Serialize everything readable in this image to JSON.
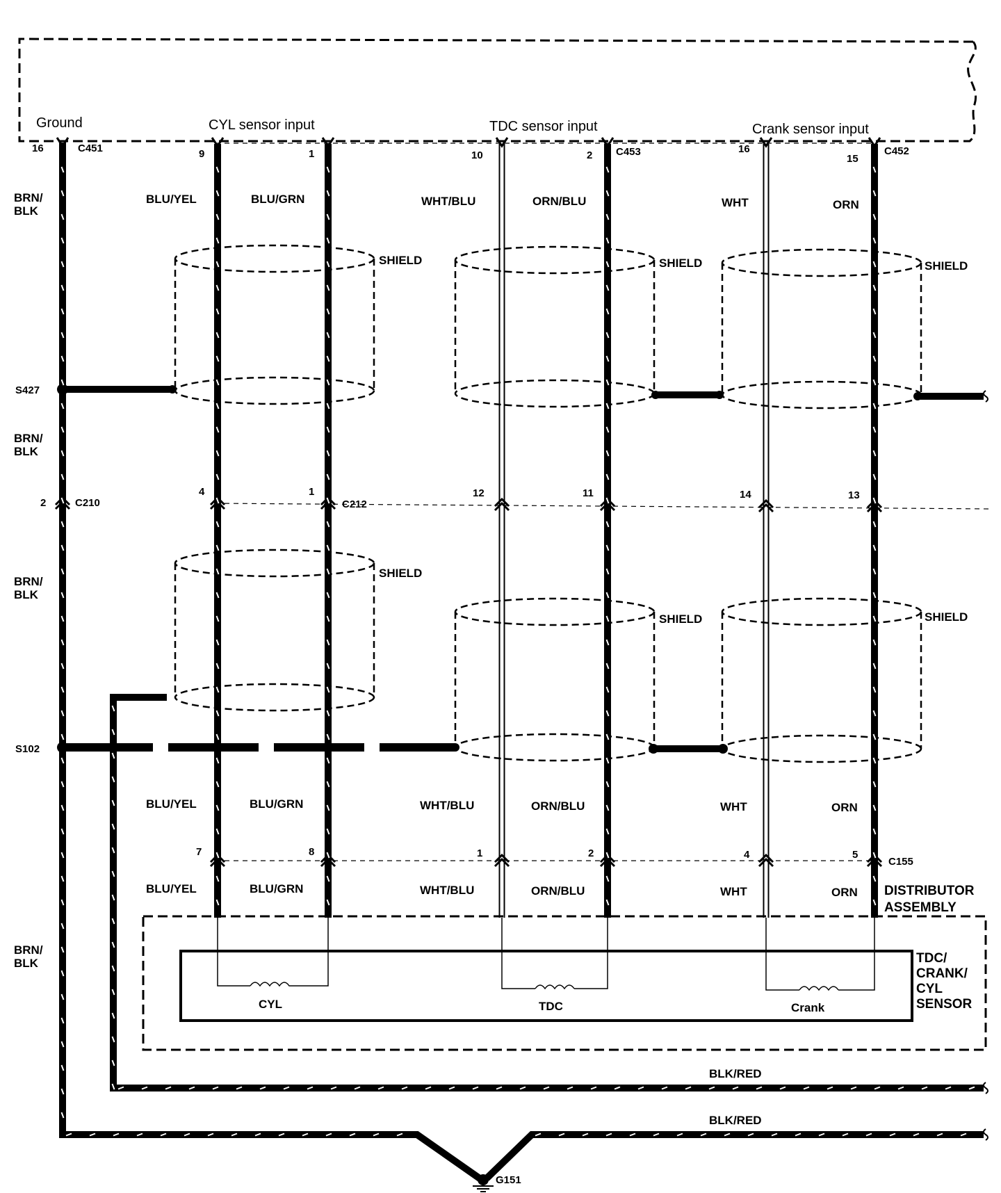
{
  "ecm_box": {
    "inputs": {
      "ground": "Ground",
      "cyl": "CYL sensor input",
      "tdc": "TDC sensor input",
      "crank": "Crank sensor input"
    }
  },
  "connectors": {
    "c451": "C451",
    "c453": "C453",
    "c452": "C452",
    "c210": "C210",
    "c212": "C212",
    "c155": "C155"
  },
  "splices": {
    "s427": "S427",
    "s102": "S102"
  },
  "ground_point": "G151",
  "pins": {
    "top": [
      "16",
      "9",
      "1",
      "10",
      "2",
      "16",
      "15"
    ],
    "mid": [
      "2",
      "4",
      "1",
      "12",
      "11",
      "14",
      "13"
    ],
    "bottom": [
      "7",
      "8",
      "1",
      "2",
      "4",
      "5"
    ]
  },
  "wire_colors": {
    "brn_blk": "BRN/\nBLK",
    "blu_yel": "BLU/YEL",
    "blu_grn": "BLU/GRN",
    "wht_blu": "WHT/BLU",
    "orn_blu": "ORN/BLU",
    "wht": "WHT",
    "orn": "ORN",
    "blk_red": "BLK/RED"
  },
  "shield_label": "SHIELD",
  "distributor": {
    "line1": "DISTRIBUTOR",
    "line2": "ASSEMBLY"
  },
  "sensor_box": {
    "title_lines": [
      "TDC/",
      "CRANK/",
      "CYL",
      "SENSOR"
    ],
    "coils": [
      "CYL",
      "TDC",
      "Crank"
    ]
  }
}
